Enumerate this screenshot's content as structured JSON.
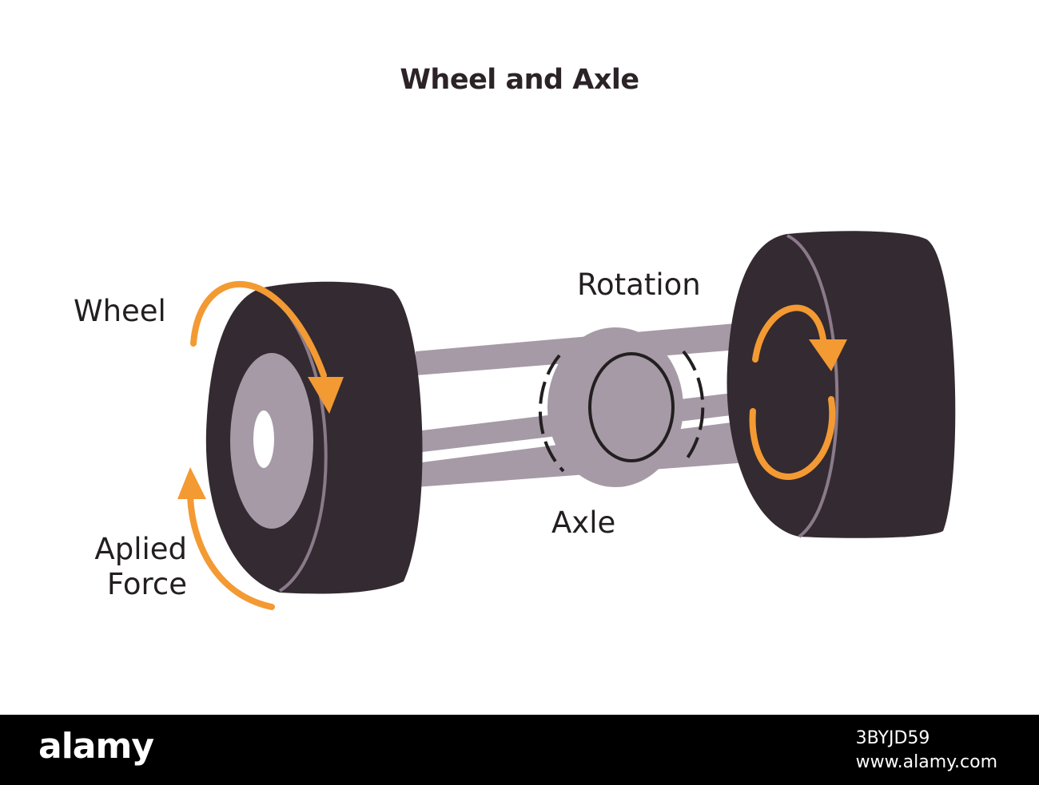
{
  "title": "Wheel and Axle",
  "labels": {
    "wheel": "Wheel",
    "rotation": "Rotation",
    "axle": "Axle",
    "applied_force_line1": "Aplied",
    "applied_force_line2": "Force"
  },
  "colors": {
    "tire": "#342a31",
    "metal": "#a69aa7",
    "arrow": "#f39a33",
    "rim_line": "#8a7a8a"
  },
  "watermark": {
    "brand": "alamy",
    "image_id": "3BYJD59",
    "site": "www.alamy.com"
  }
}
